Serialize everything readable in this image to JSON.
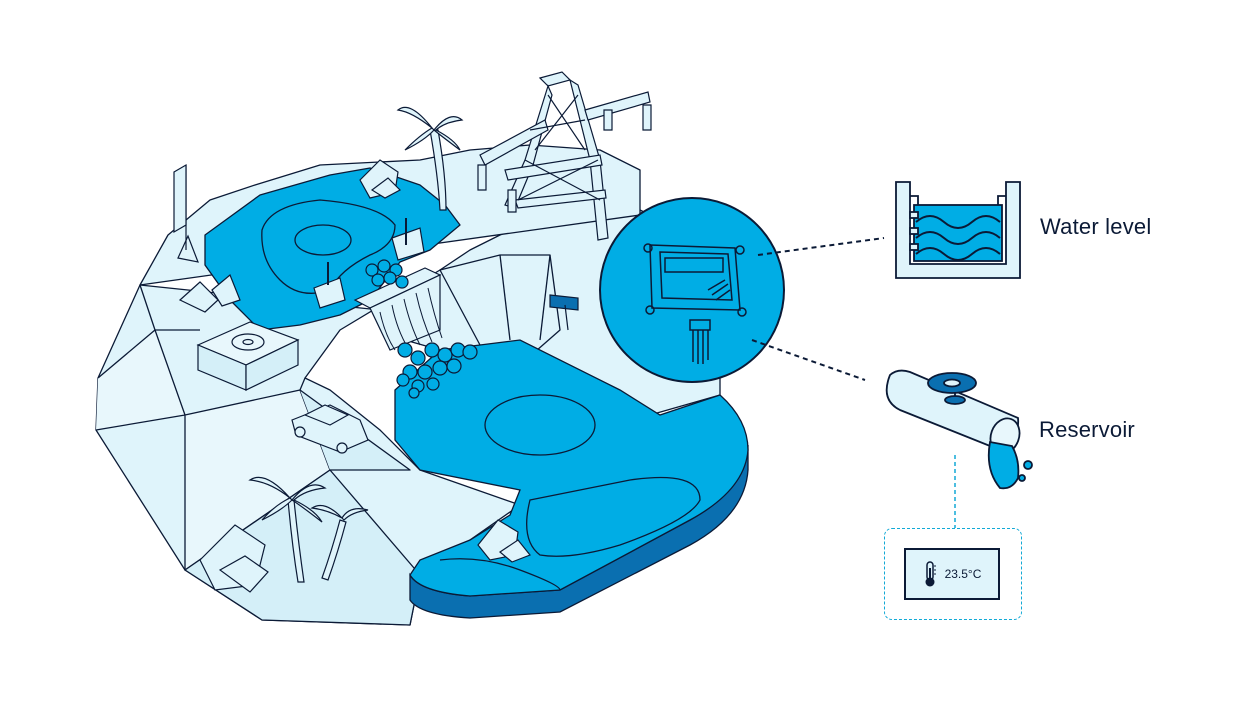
{
  "labels": {
    "water_level": "Water level",
    "reservoir": "Reservoir"
  },
  "sensor_reading": {
    "temperature": "23.5°C"
  },
  "icons": [
    "thermometer-icon",
    "water-level-tank-icon",
    "pipe-valve-icon",
    "sensor-device-icon",
    "palm-tree-icon",
    "car-icon",
    "power-pylon-icon",
    "dam-icon"
  ],
  "colors": {
    "water": "#00ade5",
    "water_dark": "#0a6fb0",
    "land": "#dff4fb",
    "outline": "#0b1a36",
    "dashed_line": "#12a9d6"
  }
}
